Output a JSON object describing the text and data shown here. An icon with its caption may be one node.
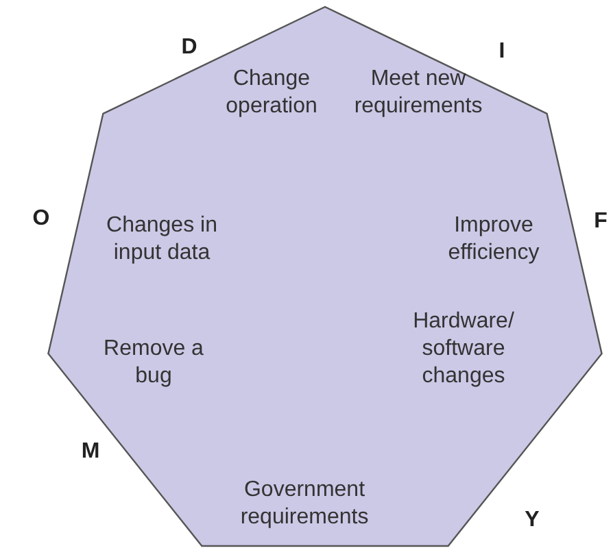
{
  "diagram": {
    "nodes": [
      {
        "text": [
          "Change operation",
          "Meet new requirements",
          "Changes in input data",
          "Improve efficiency",
          "Remove a bug",
          "Hardware/ software changes",
          "Government requirements"
        ]
      }
    ],
    "labels": [
      "D",
      "I",
      "O",
      "F",
      "M",
      "Y"
    ]
  }
}
